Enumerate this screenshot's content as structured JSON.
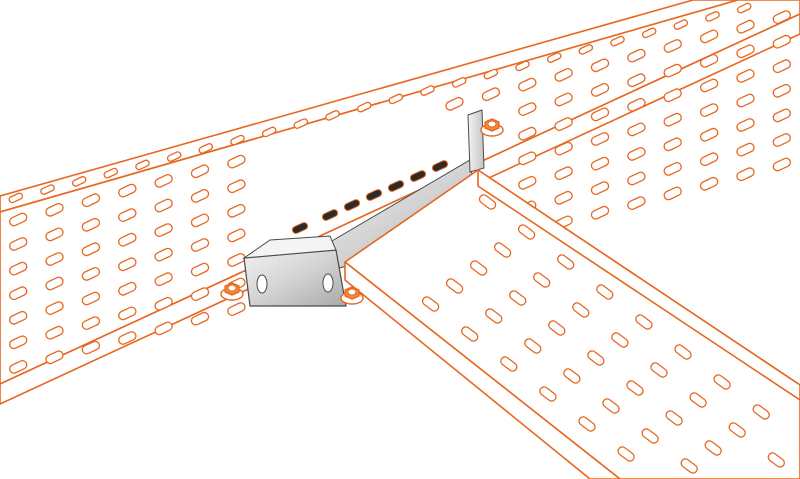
{
  "colors": {
    "background": "#ffffff",
    "tray_outline": "#e8671f",
    "tray_fill": "#ffffff",
    "plate_light": "#e9e9e9",
    "plate_mid": "#cfcfcf",
    "plate_dark": "#a9a9a9",
    "plate_edge": "#4a4a4a",
    "bolt": "#f08a3c",
    "slot_shadow": "#2b2b2b"
  },
  "icons": {
    "main_tray": "perforated-cable-tray-icon",
    "branch_tray": "perforated-cable-tray-icon",
    "connector": "tee-connector-plate-icon",
    "fastener": "hex-bolt-icon"
  },
  "slots": {
    "main_rows": 7,
    "main_cols": 22,
    "branch_rows": 5,
    "branch_cols": 11,
    "flange_cols": 24
  }
}
